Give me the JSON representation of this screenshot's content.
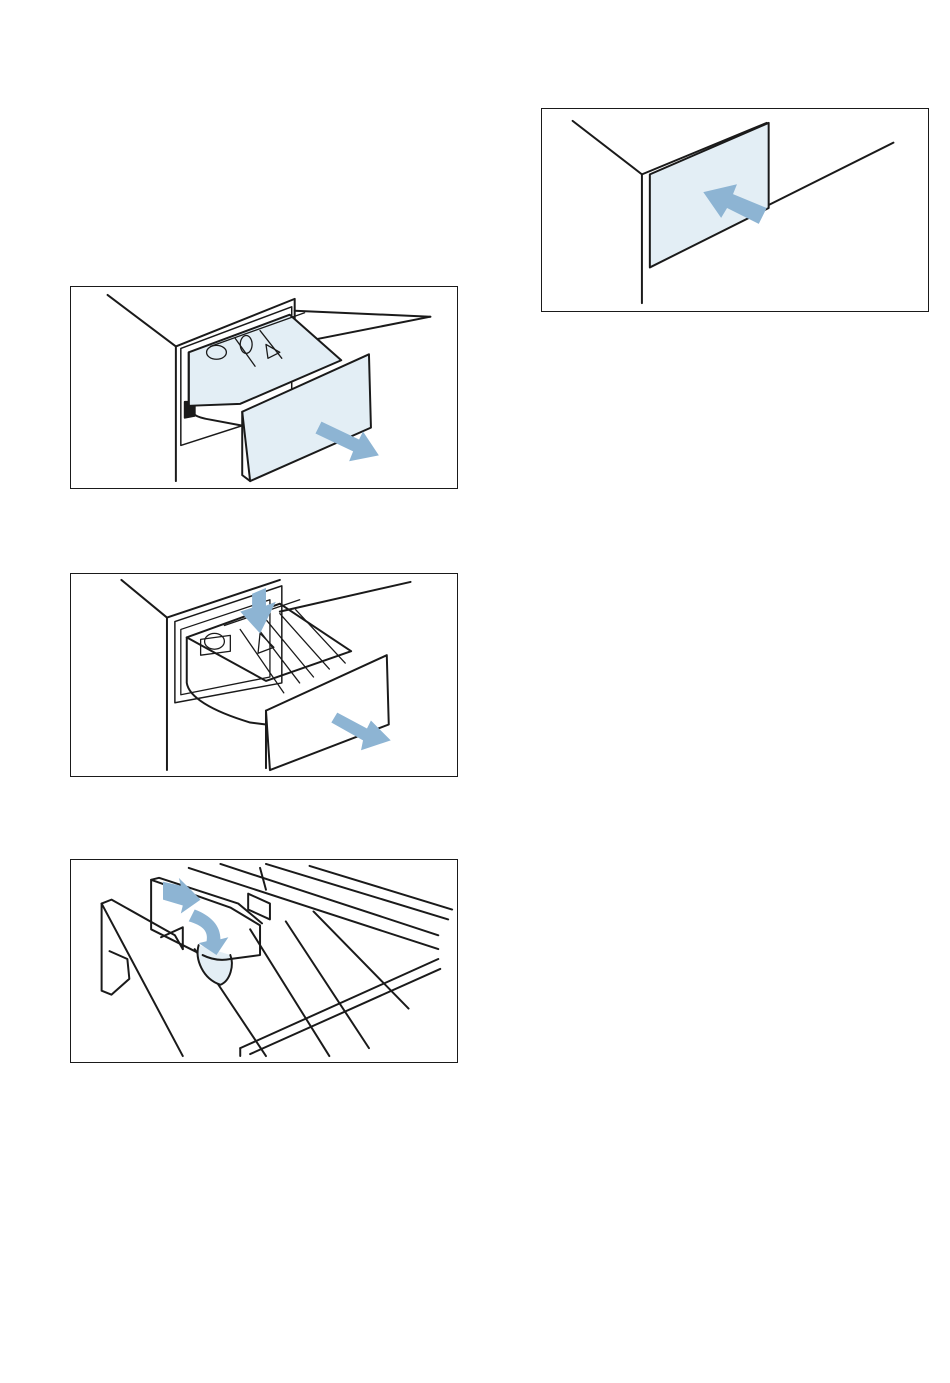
{
  "colors": {
    "line": "#1a1a1a",
    "panel_fill": "#e3eef5",
    "arrow_fill": "#8db4d3",
    "background": "#ffffff"
  },
  "figures": [
    {
      "id": "pull-out-drawer",
      "icons": [
        "drawer-open-icon",
        "pull-arrow-icon"
      ]
    },
    {
      "id": "press-release-tab",
      "icons": [
        "press-down-arrow-icon",
        "pull-arrow-icon"
      ]
    },
    {
      "id": "remove-siphon-insert",
      "icons": [
        "curved-arrow-icon"
      ]
    },
    {
      "id": "push-in-drawer",
      "icons": [
        "push-arrow-icon"
      ]
    }
  ]
}
